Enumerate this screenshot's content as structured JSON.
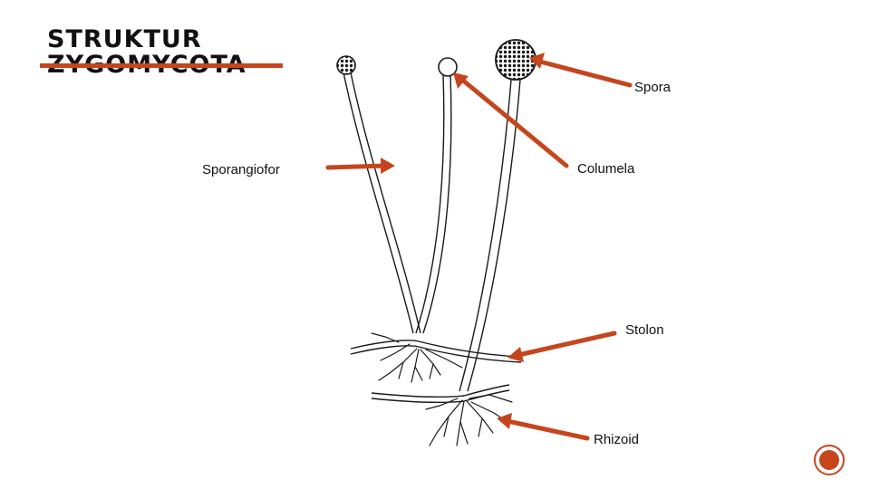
{
  "slide": {
    "title_line1": "STRUKTUR",
    "title_line2": "ZYGOMYCOTA"
  },
  "labels": {
    "sporangiofor": "Sporangiofor",
    "spora": "Spora",
    "columela": "Columela",
    "stolon": "Stolon",
    "rhizoid": "Rhizoid"
  },
  "colors": {
    "accent": "#c5451c",
    "drawing": "#1a1a1a",
    "background": "#ffffff"
  },
  "icons": {
    "badge": "page-number-badge-icon"
  }
}
